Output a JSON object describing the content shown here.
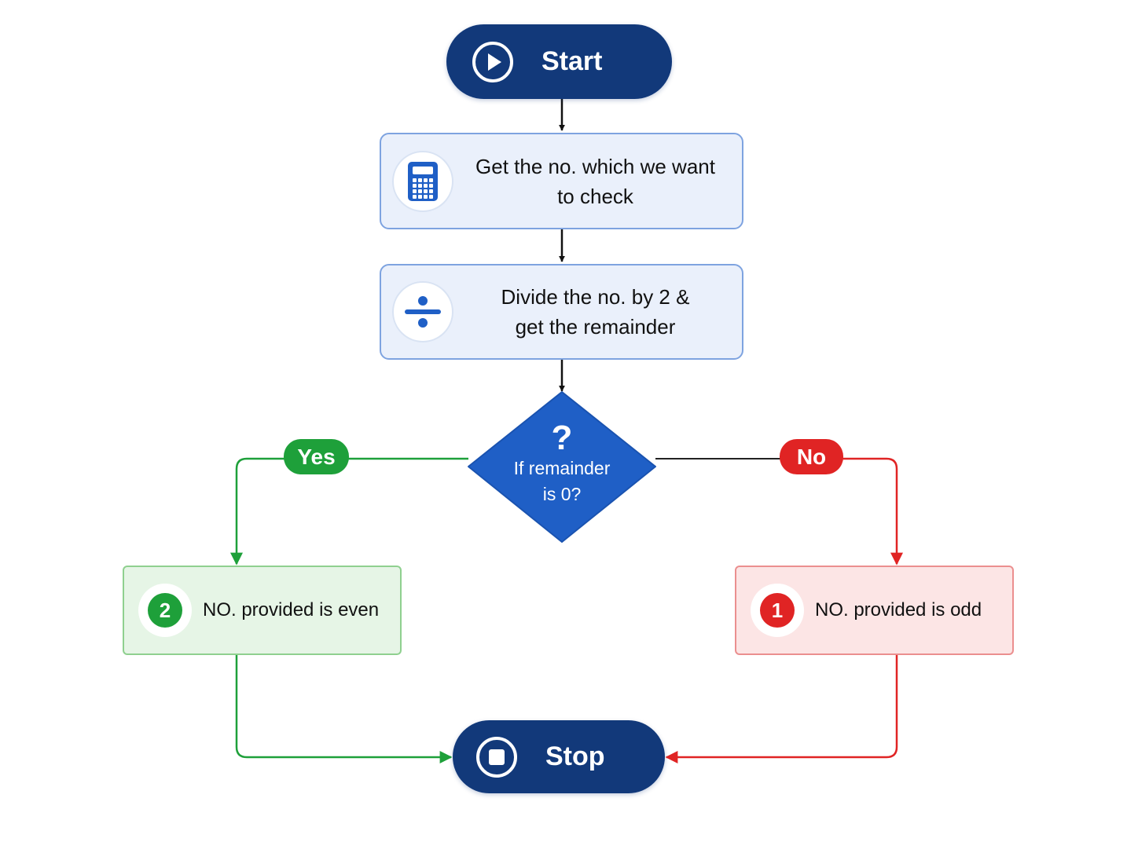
{
  "colors": {
    "navy": "#12397a",
    "blue": "#1f5fc6",
    "process_fill": "#eaf0fb",
    "process_border": "#7ea3e0",
    "green": "#1ea03a",
    "green_fill": "#e6f5e6",
    "red": "#e02424",
    "red_fill": "#fce5e5"
  },
  "start": {
    "label": "Start",
    "icon": "play-icon"
  },
  "step1": {
    "line1": "Get the no. which we want",
    "line2": "to check",
    "icon": "calculator-icon"
  },
  "step2": {
    "line1": "Divide the no. by 2 &",
    "line2": "get the remainder",
    "icon": "divide-icon"
  },
  "decision": {
    "symbol": "?",
    "line1": "If remainder",
    "line2": "is 0?"
  },
  "yes_label": "Yes",
  "no_label": "No",
  "even": {
    "badge": "2",
    "text": "NO. provided is even"
  },
  "odd": {
    "badge": "1",
    "text": "NO. provided is odd"
  },
  "stop": {
    "label": "Stop",
    "icon": "stop-icon"
  }
}
